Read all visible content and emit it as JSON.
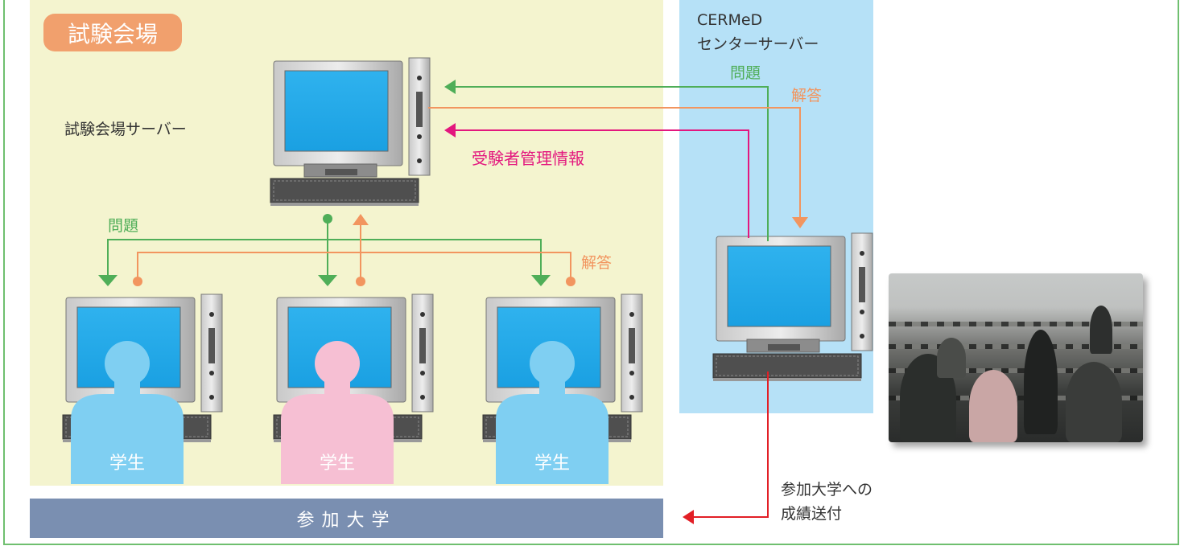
{
  "venue": {
    "title": "試験会場",
    "server_label": "試験会場サーバー"
  },
  "center": {
    "title_line1": "CERMeD",
    "title_line2": "センターサーバー"
  },
  "flows": {
    "center_question": "問題",
    "center_answer": "解答",
    "examinee_info": "受験者管理情報",
    "venue_question": "問題",
    "venue_answer": "解答"
  },
  "students": [
    {
      "label": "学生",
      "color": "#7fcff2"
    },
    {
      "label": "学生",
      "color": "#f6bfd3"
    },
    {
      "label": "学生",
      "color": "#7fcff2"
    }
  ],
  "university": {
    "label": "参加大学"
  },
  "grade_send": {
    "line1": "参加大学への",
    "line2": "成績送付"
  },
  "colors": {
    "question": "#4fae58",
    "answer": "#f2955f",
    "info": "#e3177e",
    "grades": "#e21f26"
  }
}
